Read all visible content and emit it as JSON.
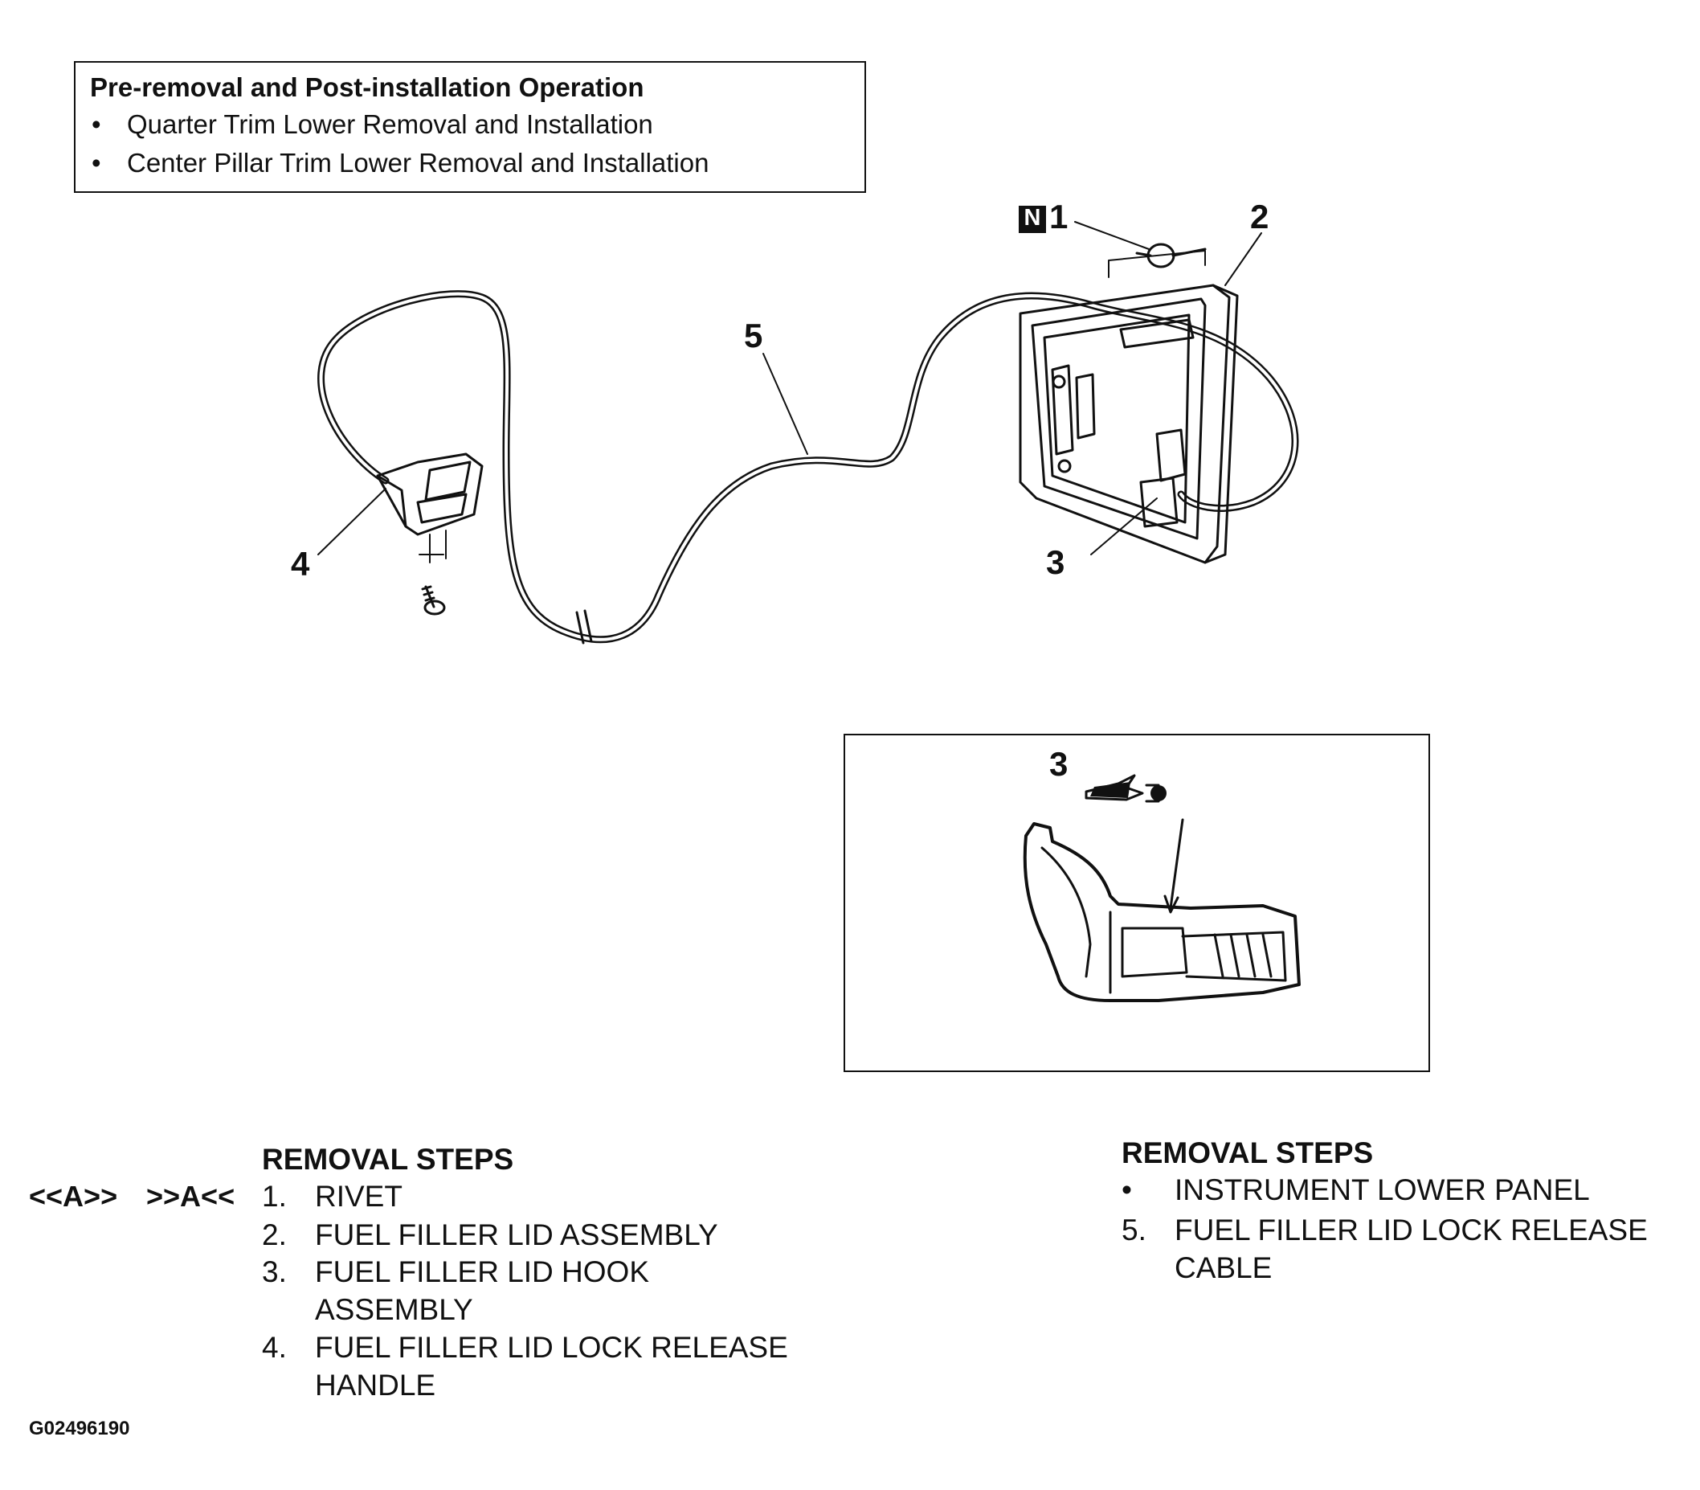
{
  "pre_operation": {
    "title": "Pre-removal and Post-installation Operation",
    "items": [
      "Quarter Trim Lower Removal and Installation",
      "Center Pillar Trim Lower Removal and Installation"
    ],
    "bullet": "•"
  },
  "callouts": {
    "n_badge": "N",
    "c1": "1",
    "c2": "2",
    "c3": "3",
    "c4": "4",
    "c5": "5",
    "inset_c3": "3"
  },
  "removal_left": {
    "heading": "REMOVAL STEPS",
    "symbol_a": "<<A>>",
    "symbol_b": ">>A<<",
    "steps": [
      {
        "num": "1.",
        "text": "RIVET"
      },
      {
        "num": "2.",
        "text": "FUEL FILLER LID ASSEMBLY"
      },
      {
        "num": "3.",
        "text": "FUEL FILLER LID HOOK",
        "cont": "ASSEMBLY"
      },
      {
        "num": "4.",
        "text": "FUEL FILLER LID LOCK RELEASE",
        "cont": "HANDLE"
      }
    ]
  },
  "removal_right": {
    "heading": "REMOVAL STEPS",
    "steps": [
      {
        "num": "•",
        "text": "INSTRUMENT LOWER PANEL"
      },
      {
        "num": "5.",
        "text": "FUEL FILLER LID LOCK RELEASE",
        "cont": "CABLE"
      }
    ]
  },
  "figure_code": "G02496190"
}
